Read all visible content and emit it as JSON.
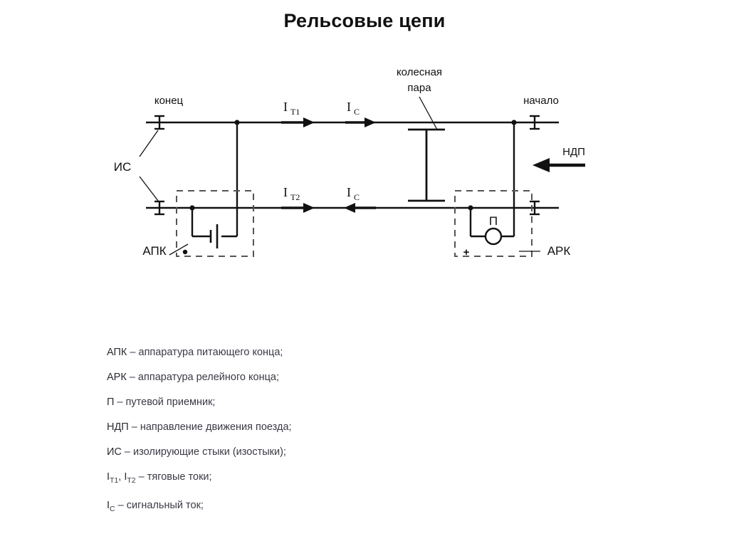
{
  "title": "Рельсовые цепи",
  "diagram": {
    "labels": {
      "end": "конец",
      "start": "начало",
      "wheel_pair_line1": "колесная",
      "wheel_pair_line2": "пара",
      "insulating_joints": "ИС",
      "feed_end_equipment": "АПК",
      "relay_end_equipment": "АРК",
      "track_receiver": "П",
      "train_direction": "НДП",
      "plus_sign": "+"
    },
    "currents": [
      {
        "name": "traction-current-1",
        "symbol": "I",
        "subscript": "Т1",
        "rail": "top",
        "direction": "right"
      },
      {
        "name": "signal-current-top",
        "symbol": "I",
        "subscript": "C",
        "rail": "top",
        "direction": "right"
      },
      {
        "name": "traction-current-2",
        "symbol": "I",
        "subscript": "Т2",
        "rail": "bottom",
        "direction": "right"
      },
      {
        "name": "signal-current-bottom",
        "symbol": "I",
        "subscript": "C",
        "rail": "bottom",
        "direction": "left"
      }
    ],
    "colors": {
      "line": "#111111",
      "dashed_box": "#555555",
      "background": "#ffffff"
    }
  },
  "legend": [
    {
      "term": "АПК",
      "dash": " – ",
      "definition": "аппаратура питающего конца;"
    },
    {
      "term": "АРК",
      "dash": " – ",
      "definition": "аппаратура релейного конца;"
    },
    {
      "term": "П",
      "dash": " – ",
      "definition": "путевой приемник;"
    },
    {
      "term": "НДП",
      "dash": " – ",
      "definition": "направление движения поезда;"
    },
    {
      "term": "ИС",
      "dash": " – ",
      "definition": "изолирующие стыки (изостыки);"
    },
    {
      "term": "I",
      "sub": "Т1",
      "term2": "I",
      "sub2": "Т2",
      "dash": " – ",
      "definition": "тяговые токи;"
    },
    {
      "term": "I",
      "sub": "C",
      "dash": " – ",
      "definition": "сигнальный ток;"
    }
  ]
}
